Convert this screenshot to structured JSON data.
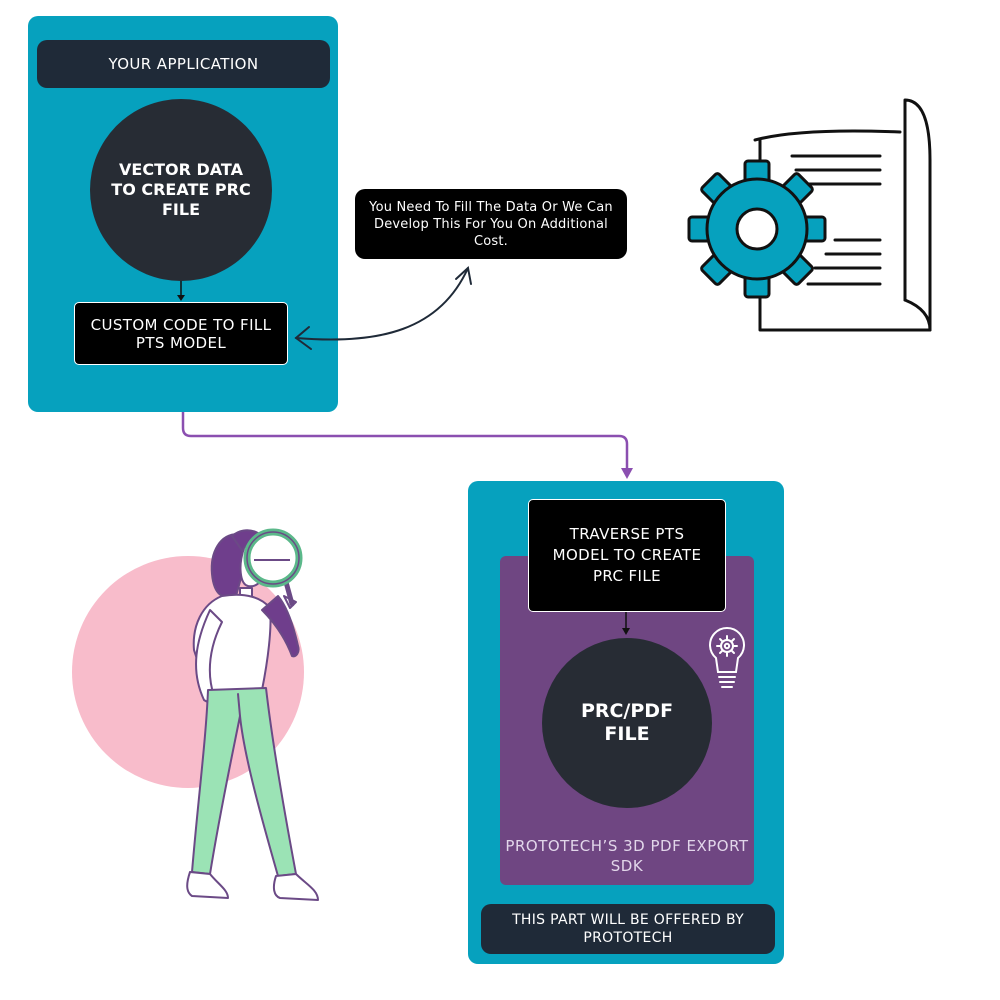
{
  "app_panel": {
    "header": "YOUR APPLICATION",
    "circle_text": "VECTOR DATA TO CREATE PRC FILE",
    "code_box": "CUSTOM CODE TO FILL PTS MODEL"
  },
  "note": {
    "text": "You Need To Fill The Data Or We Can Develop This For You On Additional Cost."
  },
  "sdk_panel": {
    "traverse_box": "TRAVERSE PTS MODEL TO CREATE PRC FILE",
    "circle_text": "PRC/PDF FILE",
    "sdk_label": "PROTOTECH’S 3D PDF EXPORT SDK",
    "footer": "THIS PART WILL BE OFFERED BY PROTOTECH"
  },
  "colors": {
    "teal": "#06a1be",
    "navy": "#1f2a38",
    "circle": "#272c34",
    "purple": "#6f4682",
    "connector": "#8b4fb0",
    "pink": "#f8bccb",
    "pants": "#9be3b5"
  },
  "icons": [
    "gear-document-icon",
    "lightbulb-gear-icon",
    "magnifying-glass-icon"
  ]
}
